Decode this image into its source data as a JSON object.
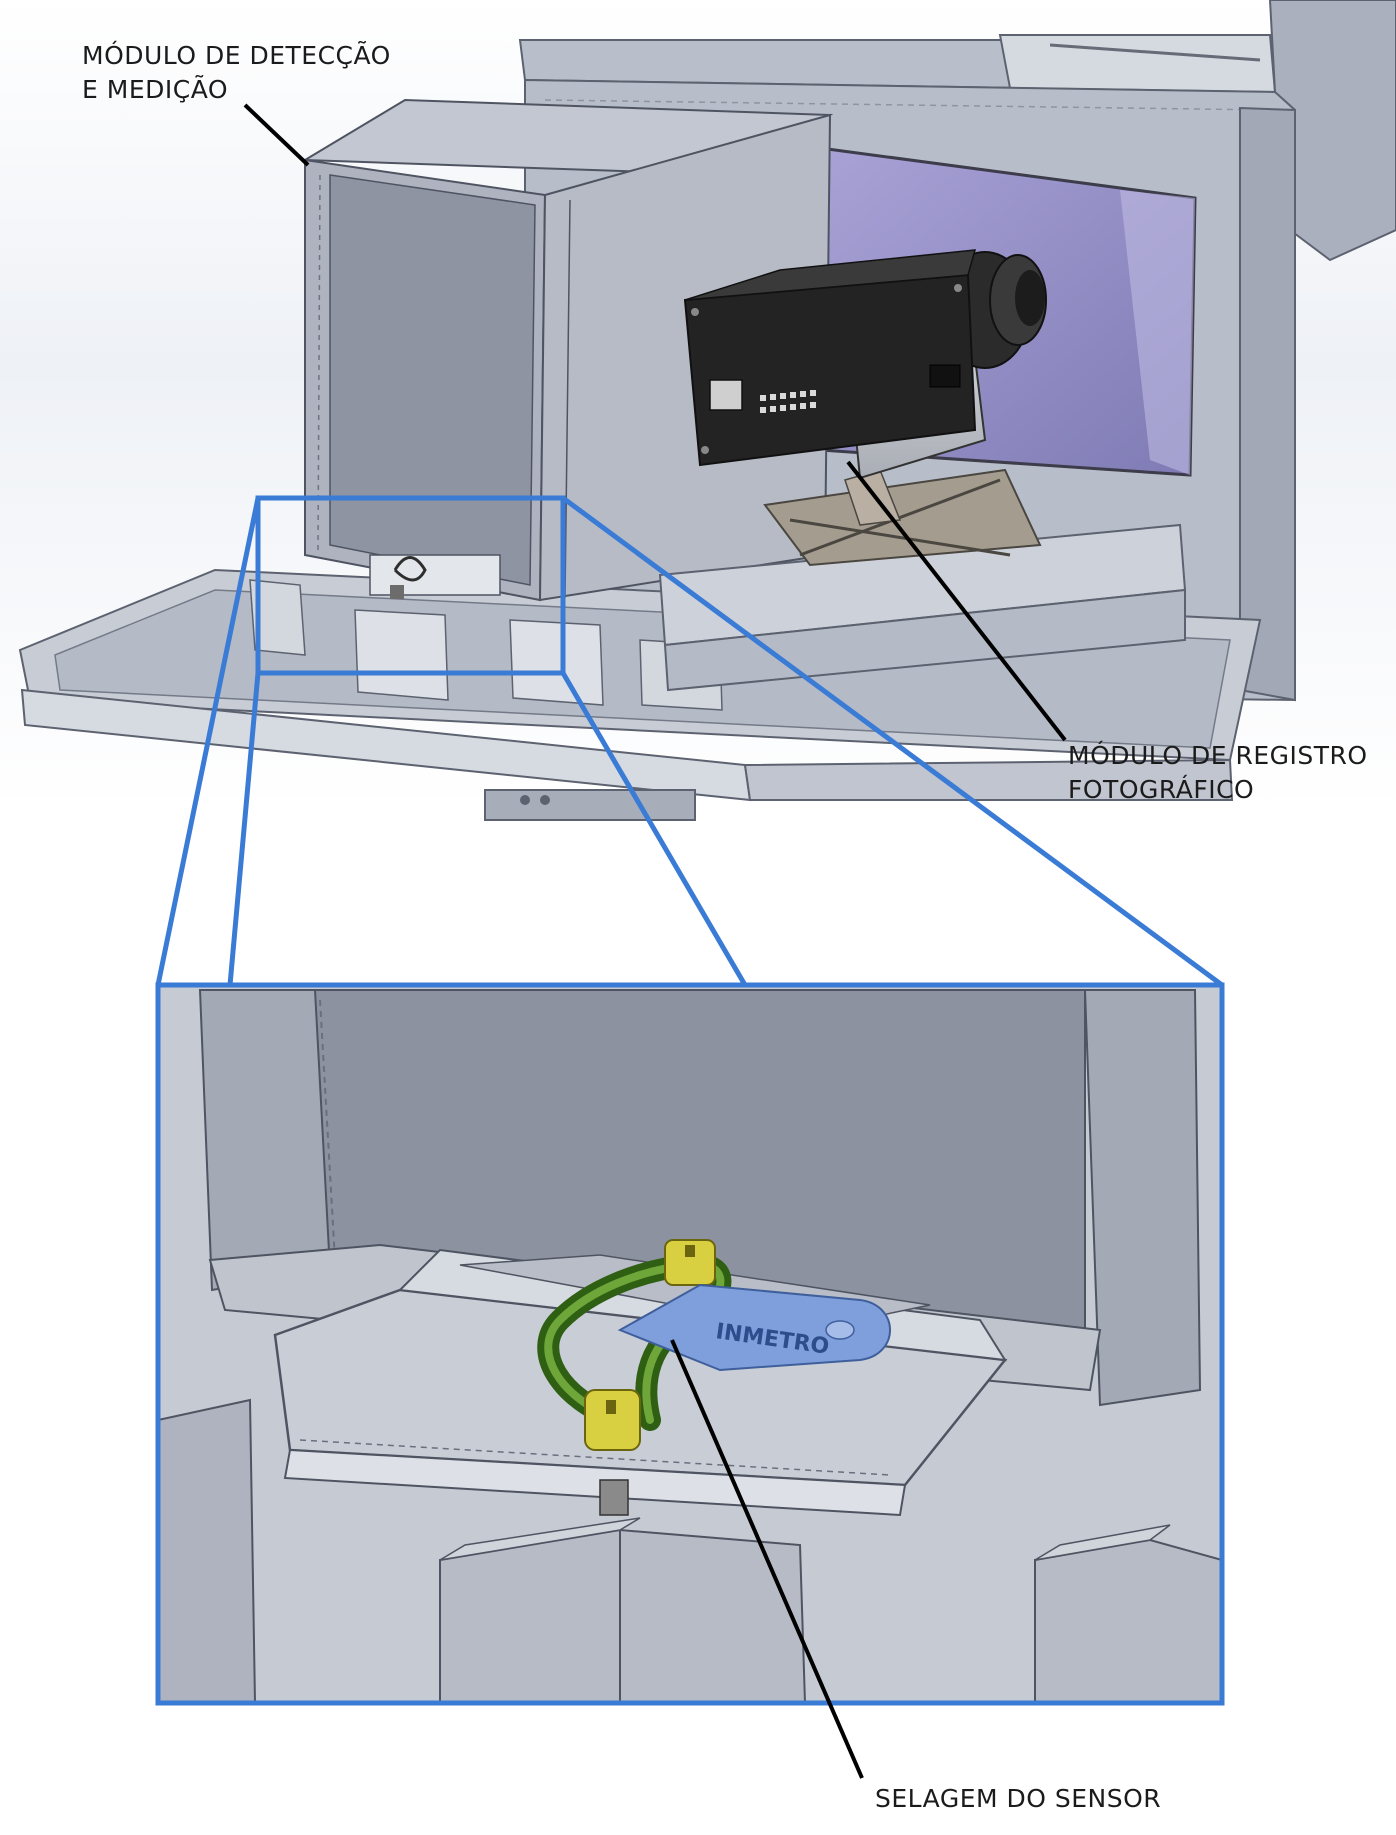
{
  "labels": {
    "detection_module": {
      "line1": "MÓDULO DE DETECÇÃO",
      "line2": "E MEDIÇÃO"
    },
    "photo_module": {
      "line1": "MÓDULO DE REGISTRO",
      "line2": "FOTOGRÁFICO"
    },
    "sensor_seal": {
      "line1": "SELAGEM DO SENSOR"
    }
  },
  "seal_tag_text": "INMETRO",
  "colors": {
    "zoom_frame": "#3a7bd5",
    "metal_light": "#c9ced8",
    "metal_mid": "#9ea4b2",
    "metal_dark": "#7a8090",
    "purple_panel": "#9490c0",
    "camera_black": "#232323",
    "seal_wire": "#3f7b1e",
    "seal_lock": "#d8d040",
    "seal_tag": "#7f9fdc"
  }
}
